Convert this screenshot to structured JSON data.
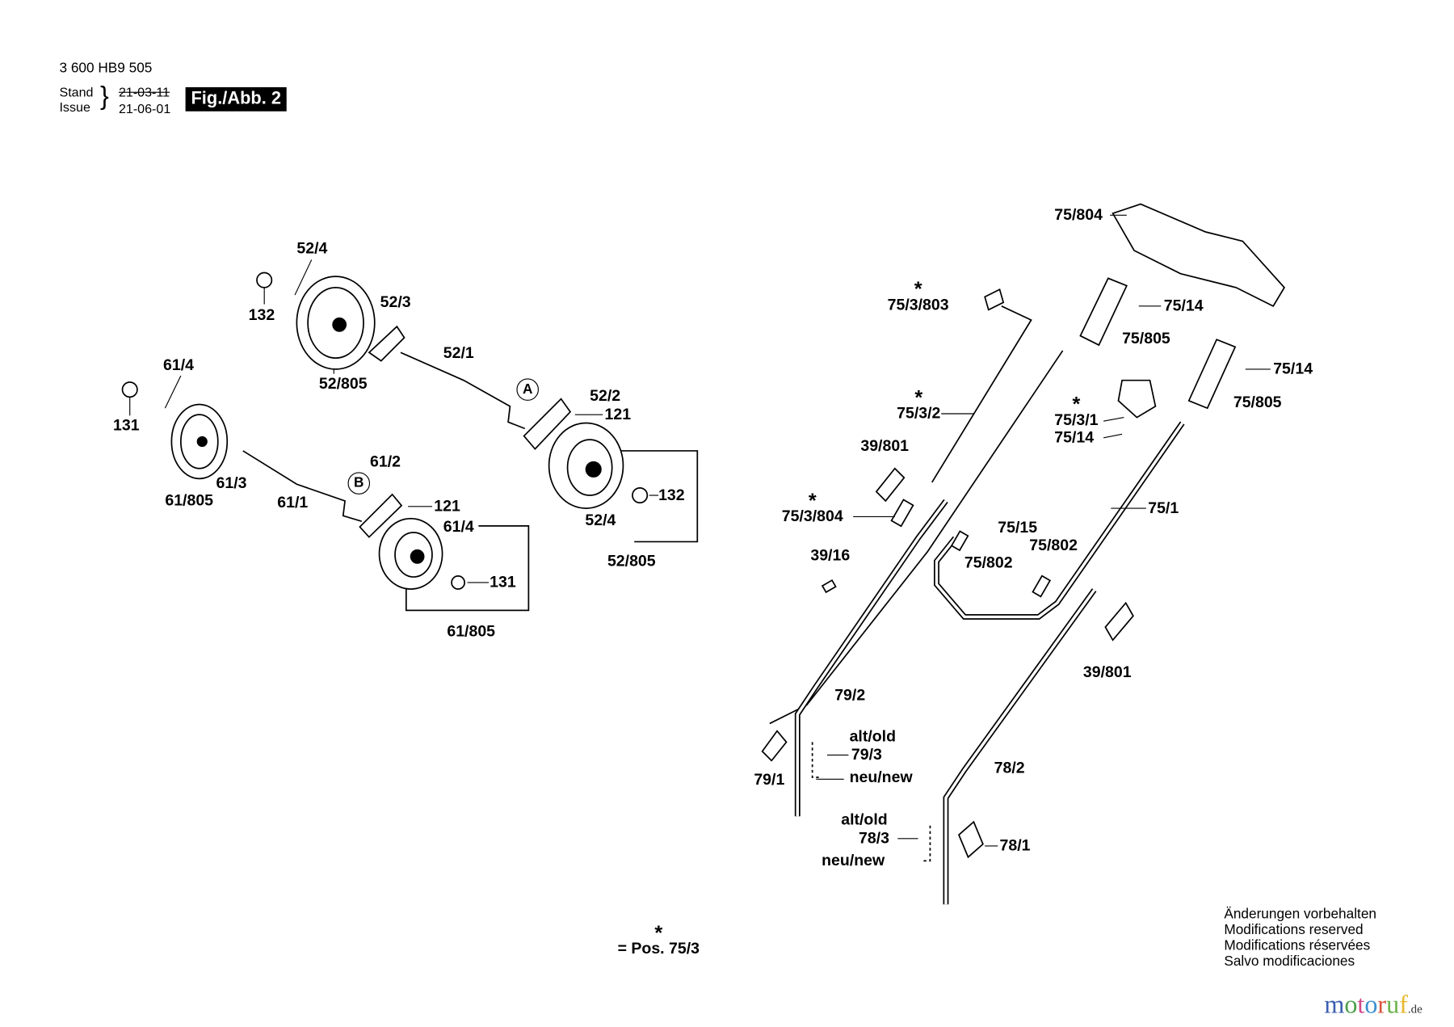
{
  "header": {
    "part_number": "3 600 HB9 505",
    "stand_label": "Stand",
    "issue_label": "Issue",
    "old_date": "21-03-11",
    "new_date": "21-06-01",
    "figure": "Fig./Abb. 2"
  },
  "markers": [
    "A",
    "B"
  ],
  "labels": [
    "52/4",
    "132",
    "52/3",
    "52/1",
    "52/805",
    "61/4",
    "131",
    "52/2",
    "121",
    "61/3",
    "61/805",
    "61/1",
    "61/2",
    "121",
    "61/4",
    "132",
    "52/4",
    "52/805",
    "131",
    "61/805",
    "75/804",
    "* 75/3/803",
    "75/14",
    "75/805",
    "75/14",
    "75/805",
    "* 75/3/2",
    "* 75/3/1",
    "75/14",
    "39/801",
    "75/1",
    "* 75/3/804",
    "75/15",
    "75/802",
    "75/802",
    "39/16",
    "39/801",
    "79/2",
    "alt/old",
    "79/3",
    "neu/new",
    "79/1",
    "78/2",
    "alt/old",
    "78/3",
    "78/1",
    "neu/new"
  ],
  "legend": "* = Pos. 75/3",
  "notes": [
    "Änderungen vorbehalten",
    "Modifications reserved",
    "Modifications réservées",
    "Salvo modificaciones"
  ],
  "watermark": {
    "brand": "motoruf",
    "tld": ".de"
  }
}
